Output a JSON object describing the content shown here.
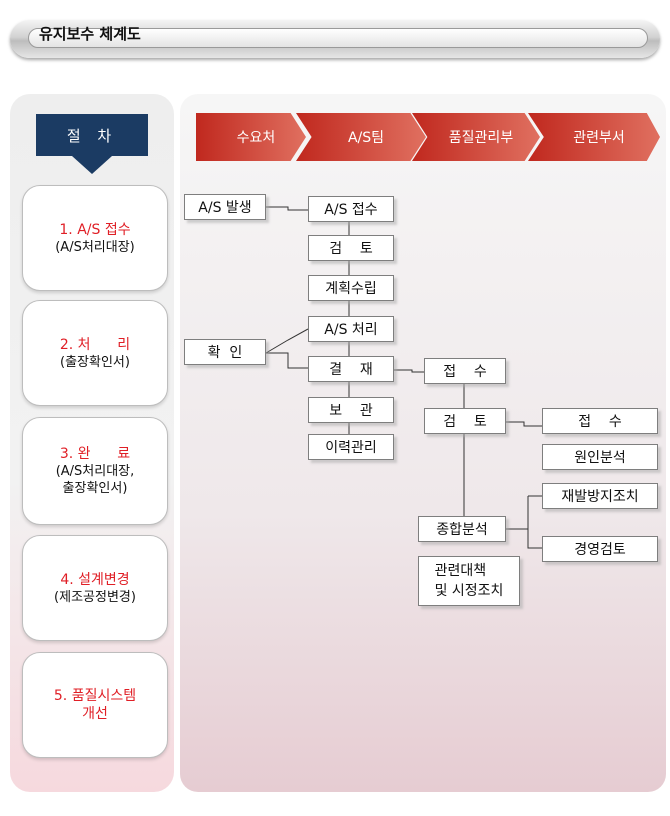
{
  "header": {
    "title": "유지보수 체계도"
  },
  "left": {
    "procedure_label": "절 차",
    "steps": [
      {
        "title": "1. A/S 접수",
        "sub": "(A/S처리대장)"
      },
      {
        "title": "2. 처      리",
        "sub": "(출장확인서)"
      },
      {
        "title": "3. 완      료",
        "sub": "(A/S처리대장,\n출장확인서)"
      },
      {
        "title": "4. 설계변경",
        "sub": "(제조공정변경)"
      },
      {
        "title": "5. 품질시스템\n개선",
        "sub": ""
      }
    ]
  },
  "columns": [
    "수요처",
    "A/S팀",
    "품질관리부",
    "관련부서"
  ],
  "nodes": {
    "as_occur": "A/S 발생",
    "confirm": "확  인",
    "as_receive": "A/S 접수",
    "review": "검    토",
    "plan": "계획수립",
    "as_process": "A/S 처리",
    "approve": "결    재",
    "store": "보    관",
    "history": "이력관리",
    "qa_receive": "접    수",
    "qa_review": "검    토",
    "analysis": "종합분석",
    "measures": "관련대책\n및 시정조치",
    "rel_receive": "접    수",
    "cause": "원인분석",
    "prevent": "재발방지조치",
    "mgmt_review": "경영검토"
  },
  "colors": {
    "procedure_bg": "#1b3b63",
    "step_title": "#e01f26",
    "chevron_start": "#c0281e",
    "chevron_end": "#e07060"
  }
}
